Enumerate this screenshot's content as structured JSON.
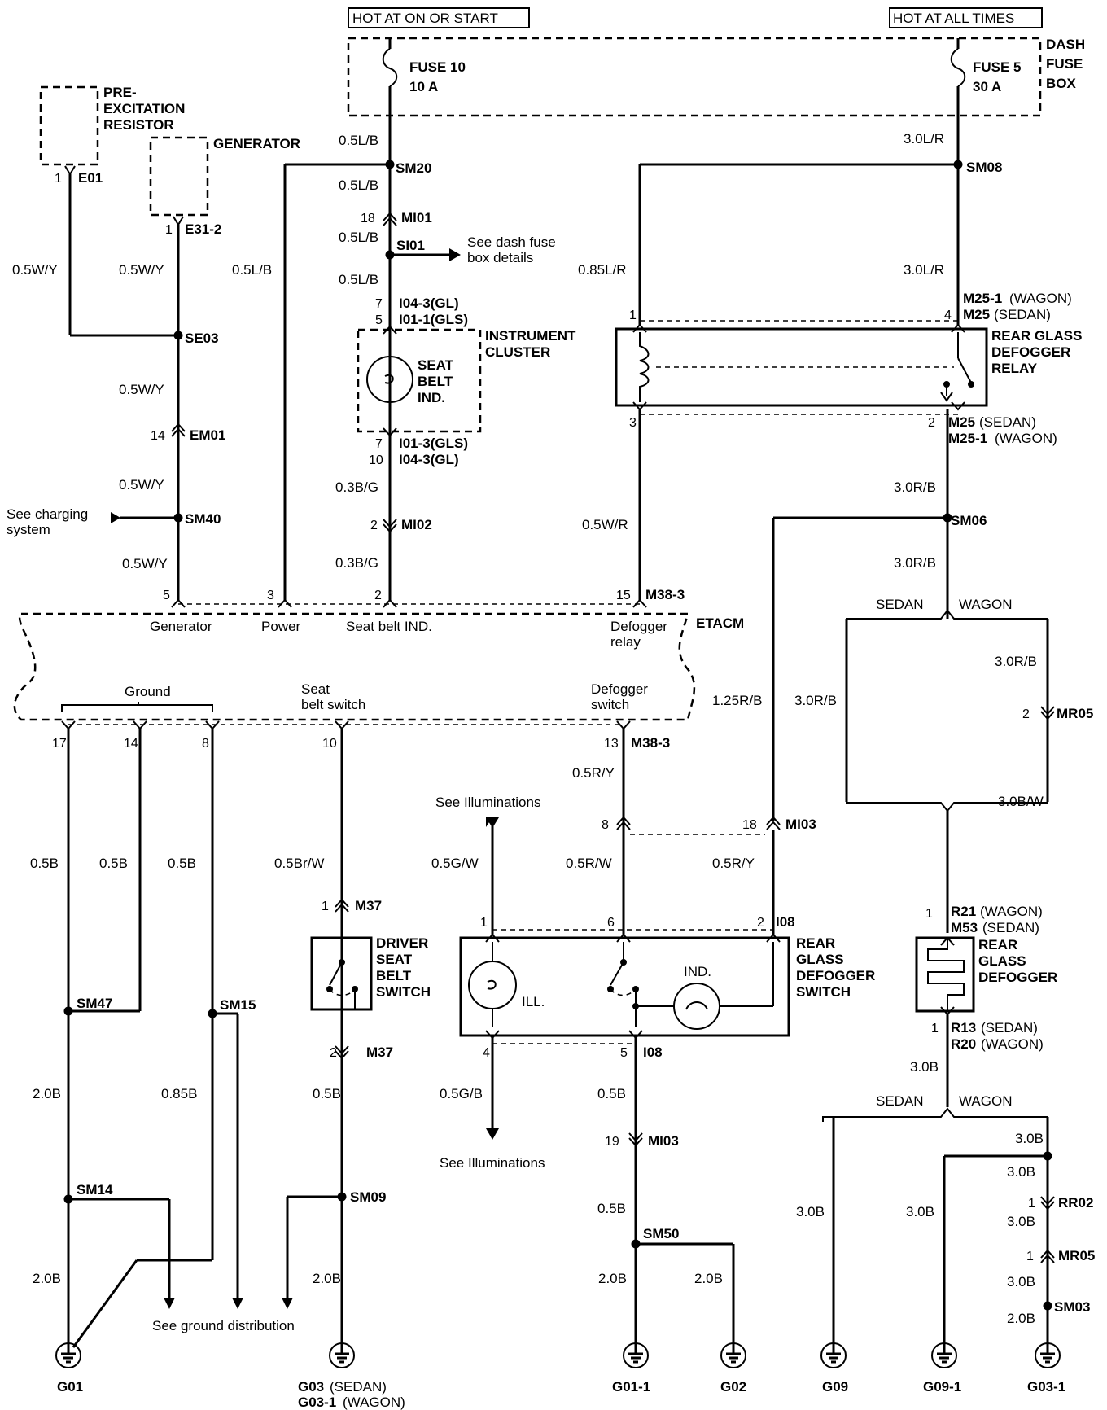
{
  "header": {
    "hot_on_start": "HOT AT ON OR START",
    "hot_all_times": "HOT AT ALL TIMES"
  },
  "fuse_box": {
    "name": "DASH FUSE BOX",
    "name_lines": [
      "DASH",
      "FUSE",
      "BOX"
    ],
    "fuse10": [
      "FUSE 10",
      "10 A"
    ],
    "fuse5": [
      "FUSE 5",
      "30 A"
    ]
  },
  "components": {
    "pre_excitation": [
      "PRE-",
      "EXCITATION",
      "RESISTOR"
    ],
    "generator": "GENERATOR",
    "instrument_cluster": [
      "INSTRUMENT",
      "CLUSTER"
    ],
    "seat_belt_ind": [
      "SEAT",
      "BELT",
      "IND."
    ],
    "relay": [
      "REAR GLASS",
      "DEFOGGER",
      "RELAY"
    ],
    "etacm": "ETACM",
    "driver_switch": [
      "DRIVER",
      "SEAT",
      "BELT",
      "SWITCH"
    ],
    "defogger_switch": [
      "REAR",
      "GLASS",
      "DEFOGGER",
      "SWITCH"
    ],
    "defogger": [
      "REAR",
      "GLASS",
      "DEFOGGER"
    ],
    "ill": "ILL.",
    "ind": "IND."
  },
  "etacm_pins": {
    "generator": "Generator",
    "power": "Power",
    "seat_belt_ind": "Seat belt IND.",
    "defogger_relay": [
      "Defogger",
      "relay"
    ],
    "ground": "Ground",
    "seat_belt_switch": [
      "Seat",
      "belt switch"
    ],
    "defogger_switch": [
      "Defogger",
      "switch"
    ]
  },
  "notes": {
    "see_dash_fuse": [
      "See dash fuse",
      "box details"
    ],
    "see_charging": [
      "See charging",
      "system"
    ],
    "see_illum": "See Illuminations",
    "see_ground": "See ground distribution"
  },
  "connectors": {
    "E01": "E01",
    "E31_2": "E31-2",
    "SM20": "SM20",
    "MI01": "MI01",
    "SI01": "SI01",
    "I04_3_GL_top": "I04-3(GL)",
    "I01_1_GLS": "I01-1(GLS)",
    "I01_3_GLS": "I01-3(GLS)",
    "I04_3_GL_bot": "I04-3(GL)",
    "MI02": "MI02",
    "SE03": "SE03",
    "EM01": "EM01",
    "SM40": "SM40",
    "SM08": "SM08",
    "M25_1_top": "M25-1",
    "wagon_top": "(WAGON)",
    "M25_top": "M25",
    "sedan_top": "(SEDAN)",
    "M25_bot": "M25",
    "sedan_bot": "(SEDAN)",
    "M25_1_bot": "M25-1",
    "wagon_bot": "(WAGON)",
    "SM06": "SM06",
    "M38_3_a": "M38-3",
    "M38_3_b": "M38-3",
    "MR05_a": "MR05",
    "MI03_a": "MI03",
    "M37_a": "M37",
    "M37_b": "M37",
    "I08_a": "I08",
    "I08_b": "I08",
    "R21": "R21",
    "wagon_r21": "(WAGON)",
    "M53": "M53",
    "sedan_m53": "(SEDAN)",
    "R13": "R13",
    "sedan_r13": "(SEDAN)",
    "R20": "R20",
    "wagon_r20": "(WAGON)",
    "SM47": "SM47",
    "SM15": "SM15",
    "SM14": "SM14",
    "SM09": "SM09",
    "MI03_b": "MI03",
    "SM50": "SM50",
    "RR02": "RR02",
    "MR05_b": "MR05",
    "SM03": "SM03",
    "sedan1": "SEDAN",
    "wagon1": "WAGON",
    "sedan2": "SEDAN",
    "wagon2": "WAGON"
  },
  "pins": {
    "p1_e01": "1",
    "p1_e31": "1",
    "p18_mi01": "18",
    "p7_top": "7",
    "p5_top": "5",
    "p7_bot": "7",
    "p10_bot": "10",
    "p14_em01": "14",
    "p2_mi02": "2",
    "p5_gen": "5",
    "p3_pow": "3",
    "p2_sb": "2",
    "p15_def": "15",
    "p1_relay": "1",
    "p4_relay": "4",
    "p3_relay": "3",
    "p2_relay": "2",
    "p17": "17",
    "p14": "14",
    "p8": "8",
    "p10": "10",
    "p13": "13",
    "p2_mr05": "2",
    "p8_sw": "8",
    "p18_mi03": "18",
    "p1_m37": "1",
    "p2_m37": "2",
    "p1_sw": "1",
    "p6_sw": "6",
    "p2_sw": "2",
    "p4_sw": "4",
    "p5_sw": "5",
    "p19": "19",
    "p1_r21": "1",
    "p1_r13": "1",
    "p1_rr02": "1",
    "p1_mr05": "1"
  },
  "wires": {
    "w_05LB_1": "0.5L/B",
    "w_05LB_2": "0.5L/B",
    "w_05LB_3": "0.5L/B",
    "w_05LB_4": "0.5L/B",
    "w_05LB_pow": "0.5L/B",
    "w_05WY_1": "0.5W/Y",
    "w_05WY_2": "0.5W/Y",
    "w_05WY_3": "0.5W/Y",
    "w_05WY_4": "0.5W/Y",
    "w_05WY_5": "0.5W/Y",
    "w_03BG_1": "0.3B/G",
    "w_03BG_2": "0.3B/G",
    "w_30LR_1": "3.0L/R",
    "w_30LR_2": "3.0L/R",
    "w_085LR": "0.85L/R",
    "w_05WR": "0.5W/R",
    "w_30RB_1": "3.0R/B",
    "w_30RB_2": "3.0R/B",
    "w_30RB_3": "3.0R/B",
    "w_30RB_4": "3.0R/B",
    "w_125RB": "1.25R/B",
    "w_30BW": "3.0B/W",
    "w_05B_1": "0.5B",
    "w_05B_2": "0.5B",
    "w_05B_3": "0.5B",
    "w_05BrW": "0.5Br/W",
    "w_05GW": "0.5G/W",
    "w_05RW": "0.5R/W",
    "w_05RY_1": "0.5R/Y",
    "w_05RY_2": "0.5R/Y",
    "w_20B_1": "2.0B",
    "w_085B": "0.85B",
    "w_20B_2": "2.0B",
    "w_05B_4": "0.5B",
    "w_20B_3": "2.0B",
    "w_05GB": "0.5G/B",
    "w_05B_5": "0.5B",
    "w_05B_6": "0.5B",
    "w_20B_4": "2.0B",
    "w_20B_5": "2.0B",
    "w_30B_1": "3.0B",
    "w_30B_2": "3.0B",
    "w_30B_3": "3.0B",
    "w_30B_4": "3.0B",
    "w_30B_5": "3.0B",
    "w_30B_6": "3.0B",
    "w_30B_7": "3.0B",
    "w_20B_6": "2.0B"
  },
  "grounds": {
    "G01": "G01",
    "G03": "G03",
    "sedan_g03": "(SEDAN)",
    "G03_1_w": "G03-1",
    "wagon_g03": "(WAGON)",
    "G01_1": "G01-1",
    "G02": "G02",
    "G09": "G09",
    "G09_1": "G09-1",
    "G03_1": "G03-1"
  }
}
